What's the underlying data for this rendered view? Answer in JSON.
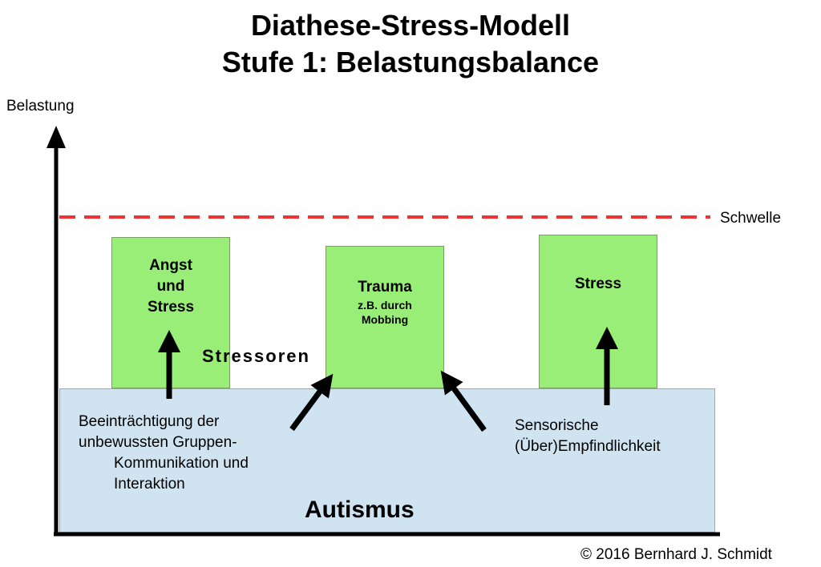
{
  "title": {
    "line1": "Diathese-Stress-Modell",
    "line2": "Stufe 1: Belastungsbalance"
  },
  "axis": {
    "y_label": "Belastung",
    "threshold_label": "Schwelle"
  },
  "bars": [
    {
      "lines": [
        "Angst",
        "und",
        "Stress"
      ],
      "sub": []
    },
    {
      "lines": [
        "Trauma"
      ],
      "sub": [
        "z.B. durch",
        "Mobbing"
      ]
    },
    {
      "lines": [
        "Stress"
      ],
      "sub": []
    }
  ],
  "stressors_label": "Stressoren",
  "base": {
    "label": "Autismus",
    "left_text": [
      "Beeinträchtigung der",
      "unbewussten Gruppen-",
      "Kommunikation und",
      "Interaktion"
    ],
    "right_text": [
      "Sensorische",
      "(Über)Empfindlichkeit"
    ]
  },
  "colors": {
    "bar_fill": "#99ee77",
    "base_fill": "#cfe3f1",
    "threshold_line": "#ee3333",
    "axis": "#000000"
  },
  "copyright": "© 2016 Bernhard J. Schmidt"
}
